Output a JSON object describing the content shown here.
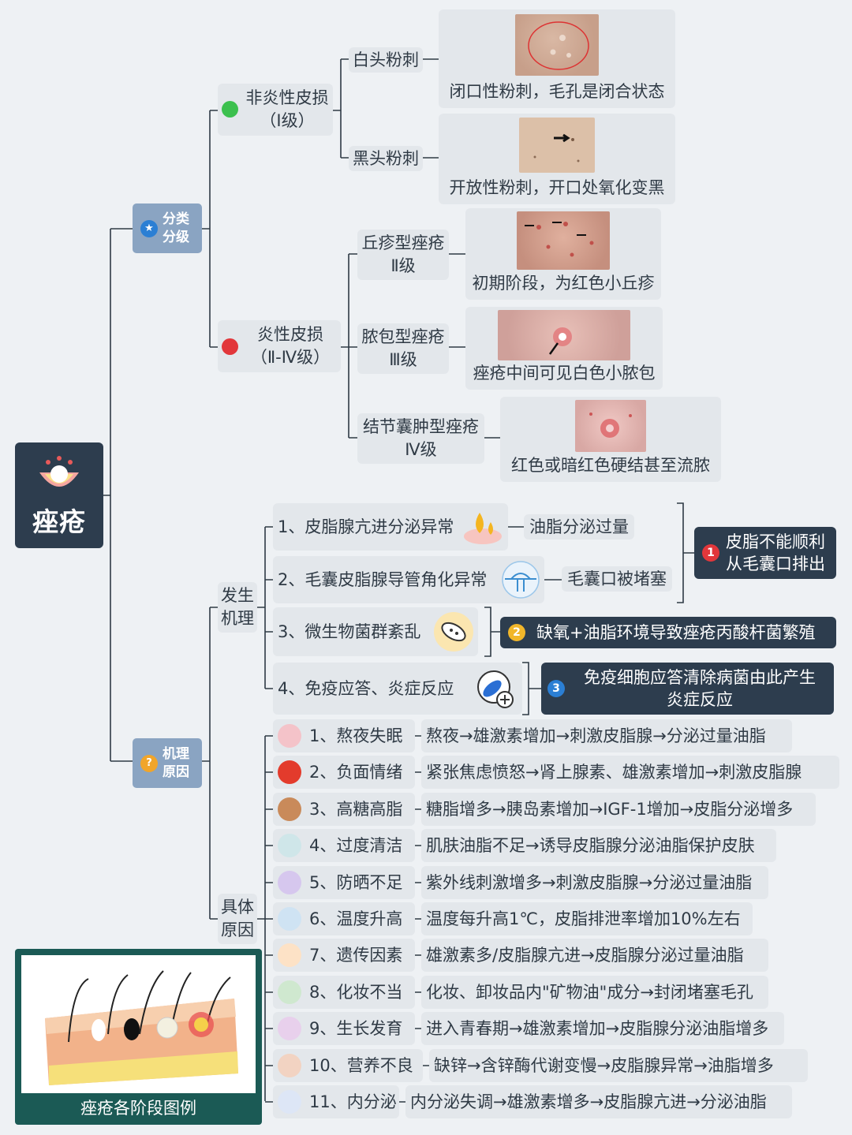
{
  "root": {
    "title": "痤疮"
  },
  "categories": {
    "classification": {
      "label_line1": "分类",
      "label_line2": "分级",
      "icon": "star-icon"
    },
    "mechanism": {
      "label_line1": "机理",
      "label_line2": "原因",
      "icon": "question-icon"
    }
  },
  "classification": {
    "non_inflammatory": {
      "label_line1": "非炎性皮损",
      "label_line2": "（Ⅰ级）",
      "dot_color": "#3cc04e",
      "items": [
        {
          "label": "白头粉刺",
          "caption": "闭口性粉刺，毛孔是闭合状态"
        },
        {
          "label": "黑头粉刺",
          "caption": "开放性粉刺，开口处氧化变黑"
        }
      ]
    },
    "inflammatory": {
      "label_line1": "炎性皮损",
      "label_line2": "（Ⅱ-Ⅳ级）",
      "dot_color": "#e2373b",
      "items": [
        {
          "label_line1": "丘疹型痤疮",
          "label_line2": "Ⅱ级",
          "caption": "初期阶段，为红色小丘疹"
        },
        {
          "label_line1": "脓包型痤疮",
          "label_line2": "Ⅲ级",
          "caption": "痤疮中间可见白色小脓包"
        },
        {
          "label_line1": "结节囊肿型痤疮",
          "label_line2": "Ⅳ级",
          "caption": "红色或暗红色硬结甚至流脓"
        }
      ]
    }
  },
  "mechanism": {
    "label_line1": "发生",
    "label_line2": "机理",
    "items": [
      {
        "label": "1、皮脂腺亢进分泌异常",
        "icon": "oil-drop-icon",
        "result": "油脂分泌过量"
      },
      {
        "label": "2、毛囊皮脂腺导管角化异常",
        "icon": "pore-blocked-icon",
        "result": "毛囊口被堵塞"
      },
      {
        "label": "3、微生物菌群紊乱",
        "icon": "bacteria-icon"
      },
      {
        "label": "4、免疫应答、炎症反应",
        "icon": "immune-cell-icon"
      }
    ],
    "summaries": [
      {
        "num": "1",
        "line1": "皮脂不能顺利",
        "line2": "从毛囊口排出",
        "color": "#e2373b"
      },
      {
        "num": "2",
        "line1": "缺氧+油脂环境导致痤疮丙酸杆菌繁殖",
        "color": "#f1b62a"
      },
      {
        "num": "3",
        "line1": "免疫细胞应答清除病菌由此产生",
        "line2": "炎症反应",
        "color": "#2b7fd4"
      }
    ]
  },
  "causes": {
    "label_line1": "具体",
    "label_line2": "原因",
    "items": [
      {
        "label": "1、熬夜失眠",
        "icon": "sleepy-face-icon",
        "text": "熬夜→雄激素增加→刺激皮脂腺→分泌过量油脂"
      },
      {
        "label": "2、负面情绪",
        "icon": "angry-face-icon",
        "text": "紧张焦虑愤怒→肾上腺素、雄激素增加→刺激皮脂腺"
      },
      {
        "label": "3、高糖高脂",
        "icon": "cake-icon",
        "text": "糖脂增多→胰岛素增加→IGF-1增加→皮脂分泌增多"
      },
      {
        "label": "4、过度清洁",
        "icon": "cleanser-bottle-icon",
        "text": "肌肤油脂不足→诱导皮脂腺分泌油脂保护皮肤"
      },
      {
        "label": "5、防晒不足",
        "icon": "sun-umbrella-icon",
        "text": "紫外线刺激增多→刺激皮脂腺→分泌过量油脂"
      },
      {
        "label": "6、温度升高",
        "icon": "sun-cloud-icon",
        "text": "温度每升高1℃，皮脂排泄率增加10%左右"
      },
      {
        "label": "7、遗传因素",
        "icon": "dna-icon",
        "text": "雄激素多/皮脂腺亢进→皮脂腺分泌过量油脂"
      },
      {
        "label": "8、化妆不当",
        "icon": "makeup-icon",
        "text": "化妆、卸妆品内\"矿物油\"成分→封闭堵塞毛孔"
      },
      {
        "label": "9、生长发育",
        "icon": "teen-face-icon",
        "text": "进入青春期→雄激素增加→皮脂腺分泌油脂增多"
      },
      {
        "label": "10、营养不良",
        "icon": "zinc-icon",
        "text": "缺锌→含锌酶代谢变慢→皮脂腺异常→油脂增多"
      },
      {
        "label": "11、内分泌",
        "icon": "hormone-drop-icon",
        "text": "内分泌失调→雄激素增多→皮脂腺亢进→分泌油脂"
      }
    ]
  },
  "legend": {
    "caption": "痤疮各阶段图例"
  }
}
